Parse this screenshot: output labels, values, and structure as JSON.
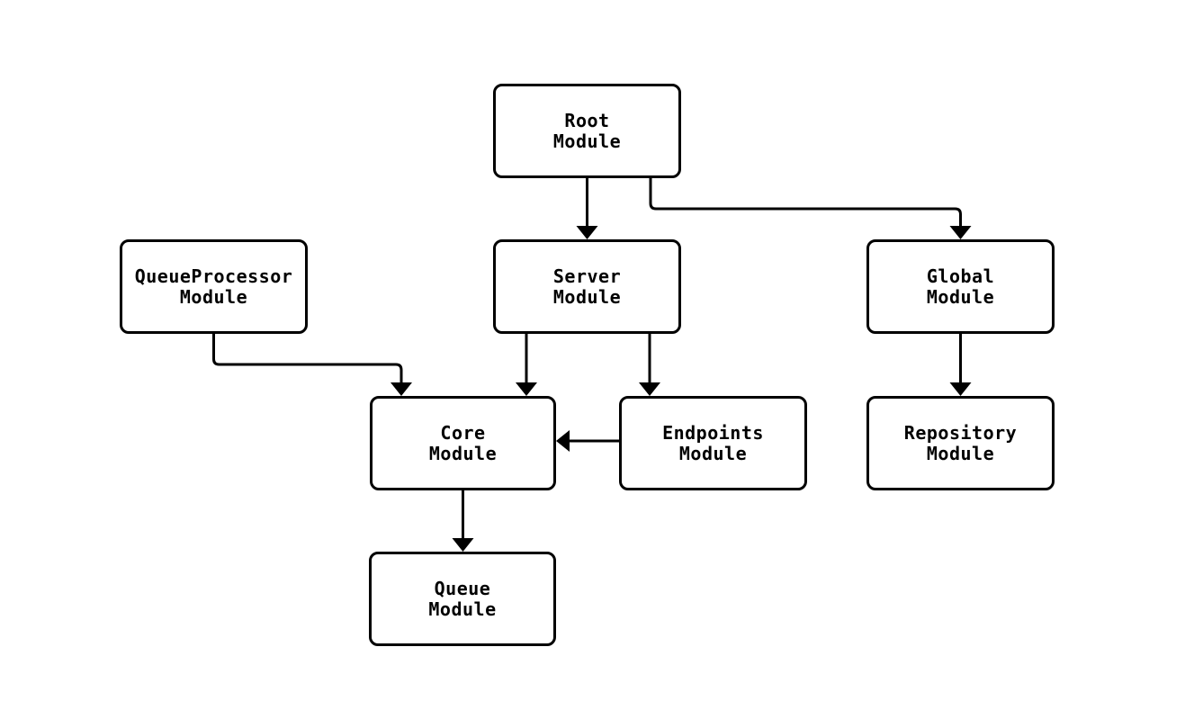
{
  "diagram": {
    "type": "flowchart",
    "direction": "top-down",
    "colors": {
      "background": "#ffffff",
      "node_fill": "#ffffff",
      "node_border": "#000000",
      "edge": "#000000",
      "text": "#000000"
    },
    "nodes": {
      "root": {
        "label": "Root\nModule"
      },
      "queueprocessor": {
        "label": "QueueProcessor\nModule"
      },
      "server": {
        "label": "Server\nModule"
      },
      "global": {
        "label": "Global\nModule"
      },
      "core": {
        "label": "Core\nModule"
      },
      "endpoints": {
        "label": "Endpoints\nModule"
      },
      "repository": {
        "label": "Repository\nModule"
      },
      "queue": {
        "label": "Queue\nModule"
      }
    },
    "edges": [
      {
        "from": "Root Module",
        "to": "Server Module"
      },
      {
        "from": "Root Module",
        "to": "Global Module"
      },
      {
        "from": "QueueProcessor Module",
        "to": "Core Module"
      },
      {
        "from": "Server Module",
        "to": "Core Module"
      },
      {
        "from": "Server Module",
        "to": "Endpoints Module"
      },
      {
        "from": "Endpoints Module",
        "to": "Core Module"
      },
      {
        "from": "Global Module",
        "to": "Repository Module"
      },
      {
        "from": "Core Module",
        "to": "Queue Module"
      }
    ]
  }
}
